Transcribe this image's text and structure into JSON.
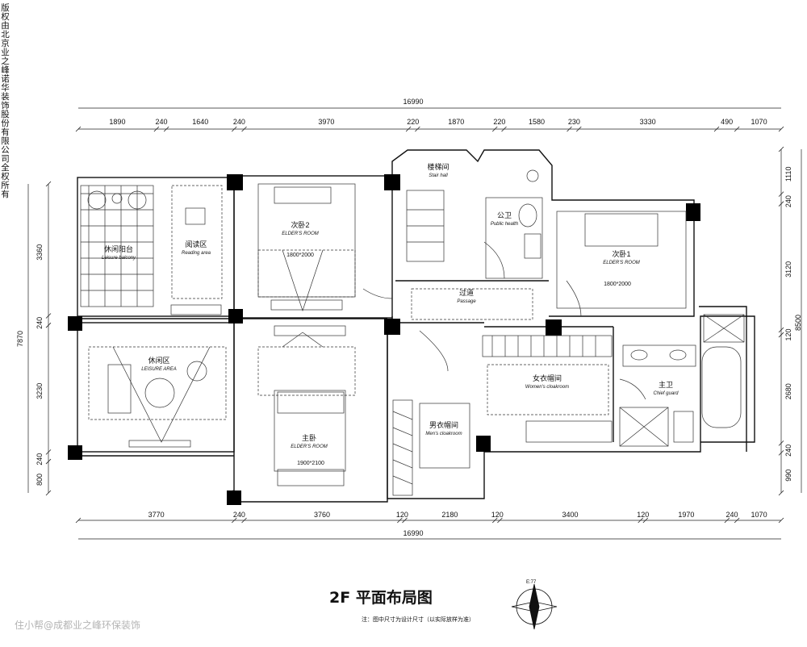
{
  "copyright": "版权由北京业之峰诺华装饰股份有限公司全权所有",
  "title": "2F 平面布局图",
  "note": "注：图中尺寸为设计尺寸（以实际放样为准）",
  "watermark": "住小帮@成都业之峰环保装饰",
  "compass_label": "E:77",
  "dims": {
    "top_total": "16990",
    "top": [
      "1890",
      "240",
      "1640",
      "240",
      "3970",
      "220",
      "1870",
      "220",
      "1580",
      "230",
      "3330",
      "490",
      "1070"
    ],
    "bottom_total": "16990",
    "bottom": [
      "3770",
      "240",
      "3760",
      "120",
      "2180",
      "120",
      "3400",
      "120",
      "1970",
      "240",
      "1070"
    ],
    "left_total": "7870",
    "left": [
      "3360",
      "240",
      "3230",
      "240",
      "800"
    ],
    "right_total": "8500",
    "right": [
      "1110",
      "240",
      "3120",
      "120",
      "2680",
      "240",
      "990"
    ]
  },
  "rooms": {
    "balcony_cn": "休闲阳台",
    "balcony_en": "Leisure balcony",
    "reading_cn": "阅读区",
    "reading_en": "Reading area",
    "bed2_cn": "次卧2",
    "bed2_en": "ELDER'S ROOM",
    "bed2_size": "1800*2000",
    "stair_cn": "楼梯间",
    "stair_en": "Stair hall",
    "pubwc_cn": "公卫",
    "pubwc_en": "Public health",
    "bed1_cn": "次卧1",
    "bed1_en": "ELDER'S ROOM",
    "bed1_size": "1800*2000",
    "corridor_cn": "过道",
    "corridor_en": "Passage",
    "leisure_cn": "休闲区",
    "leisure_en": "LEISURE AREA",
    "master_cn": "主卧",
    "master_en": "ELDER'S ROOM",
    "master_size": "1900*2100",
    "mencloak_cn": "男衣帽间",
    "mencloak_en": "Men's cloakroom",
    "womencloak_cn": "女衣帽间",
    "womencloak_en": "Women's cloakroom",
    "masterbath_cn": "主卫",
    "masterbath_en": "Chief guard"
  }
}
